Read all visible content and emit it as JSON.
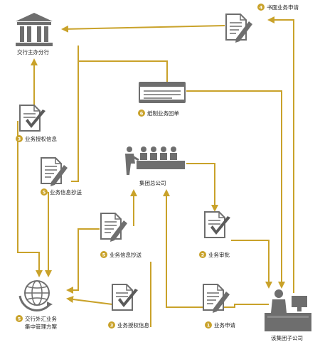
{
  "colors": {
    "flow": "#C9A22A",
    "icon": "#6E6E6E",
    "icon_dark": "#5A5A5A",
    "badge": "#C9A22A"
  },
  "nodes": {
    "branch": {
      "label": "交行主办分行",
      "icon": "bank-icon"
    },
    "hq": {
      "label": "集团总公司",
      "icon": "meeting-icon"
    },
    "sub": {
      "label": "该集团子公司",
      "icon": "office-desk-icon"
    },
    "platform": {
      "label_line1": "交行外汇业务",
      "label_line2": "集中管理方案",
      "icon": "globe-cycle-icon",
      "num": "5"
    }
  },
  "steps": {
    "s4_written": {
      "num": "4",
      "label": "书面业务申请",
      "icon": "document-pen-icon"
    },
    "s6_receipt": {
      "num": "6",
      "label": "纸制业务回单",
      "icon": "printout-icon"
    },
    "s3_auth_left": {
      "num": "3",
      "label": "业务授权信息",
      "icon": "document-check-icon"
    },
    "s5_copy_left": {
      "num": "5",
      "label": "业务信息抄送",
      "icon": "document-pen-icon"
    },
    "s5_copy_center": {
      "num": "5",
      "label": "业务信息抄送",
      "icon": "document-pen-icon"
    },
    "s2_approval": {
      "num": "2",
      "label": "业务审批",
      "icon": "document-check-icon"
    },
    "s3_auth_bottom": {
      "num": "3",
      "label": "业务授权信息",
      "icon": "document-check-icon"
    },
    "s1_apply": {
      "num": "1",
      "label": "业务申请",
      "icon": "document-pen-icon"
    }
  }
}
